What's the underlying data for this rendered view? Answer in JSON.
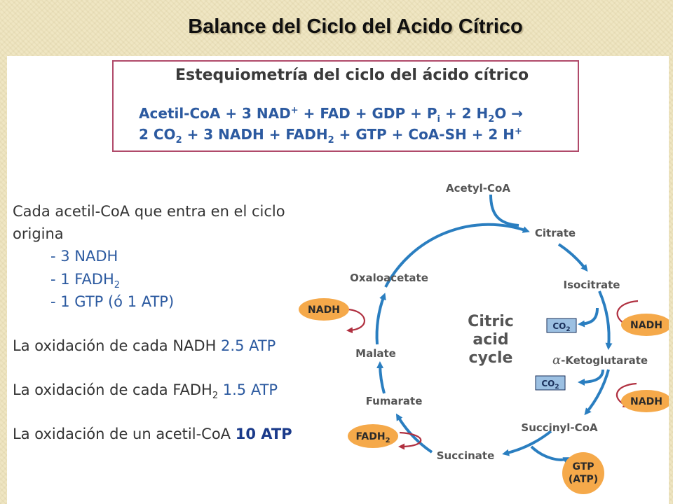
{
  "title": "Balance del Ciclo del Acido Cítrico",
  "stoichiometry": {
    "heading": "Estequiometría del ciclo del ácido cítrico",
    "line1": {
      "a": "Acetil-CoA + 3 NAD",
      "a_sup": "+",
      "b": " + FAD + GDP + P",
      "b_sub": "i",
      "c": " + 2 H",
      "c_sub": "2",
      "d": "O  →"
    },
    "line2": {
      "a": "2 CO",
      "a_sub": "2",
      "b": " + 3 NADH + FADH",
      "b_sub": "2",
      "c": " + GTP + CoA-SH + 2 H",
      "c_sup": "+"
    }
  },
  "text": {
    "intro1": "Cada acetil-CoA que entra en el ciclo",
    "intro2": "origina",
    "item1": "- 3 NADH",
    "item2": "- 1 FADH",
    "item2_sub": "2",
    "item3": "- 1 GTP (ó 1 ATP)",
    "nadh_a": "La oxidación de cada NADH ",
    "nadh_b": "2.5 ATP",
    "fadh_a": "La oxidación de cada FADH",
    "fadh_sub": "2",
    "fadh_b": " 1.5 ATP",
    "acetyl_a": "La oxidación de un acetil-CoA ",
    "acetyl_b": "10 ATP"
  },
  "cycle": {
    "acetyl_coa": "Acetyl-CoA",
    "citrate": "Citrate",
    "isocitrate": "Isocitrate",
    "alpha": "α",
    "ketoglutarate": "-Ketoglutarate",
    "succinyl_coa": "Succinyl-CoA",
    "succinate": "Succinate",
    "fumarate": "Fumarate",
    "malate": "Malate",
    "oxaloacetate": "Oxaloacetate",
    "center1": "Citric",
    "center2": "acid",
    "center3": "cycle",
    "nadh": "NADH",
    "co2": "CO",
    "co2_sub": "2",
    "fadh": "FADH",
    "fadh_sub": "2",
    "gtp": "GTP",
    "atp": "(ATP)"
  },
  "colors": {
    "cycle_arrow": "#2a7ec0",
    "side_arrow": "#b03040",
    "oval": "#f5a94a",
    "co2_box": "#9cc0e2",
    "box_border": "#b04a6a",
    "equation": "#2c5aa0"
  }
}
